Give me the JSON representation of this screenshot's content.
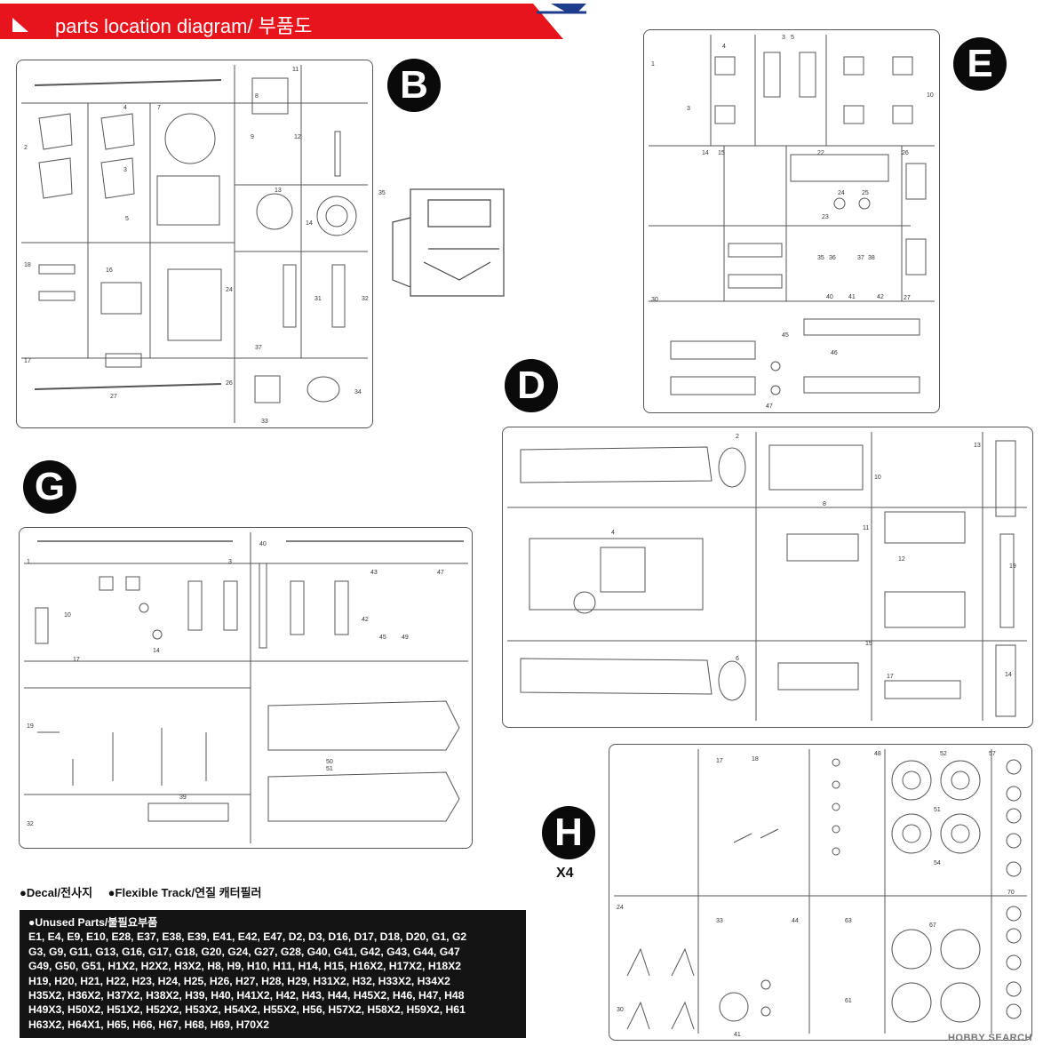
{
  "header": {
    "title": "parts location diagram/ 부품도"
  },
  "sprues": [
    {
      "letter": "B"
    },
    {
      "letter": "E"
    },
    {
      "letter": "D"
    },
    {
      "letter": "G"
    },
    {
      "letter": "H",
      "quantity": "X4"
    }
  ],
  "legend": {
    "decal": "●Decal/전사지",
    "track": "●Flexible Track/연질 캐터필러"
  },
  "unused": {
    "title": "●Unused Parts/불필요부품",
    "lines": [
      "E1, E4, E9, E10, E28, E37, E38, E39, E41, E42, E47, D2, D3, D16, D17, D18, D20, G1, G2",
      "G3, G9, G11, G13, G16, G17, G18, G20, G24, G27, G28, G40, G41, G42, G43, G44, G47",
      "G49, G50, G51, H1X2, H2X2, H3X2, H8, H9, H10, H11, H14, H15, H16X2, H17X2, H18X2",
      "H19, H20, H21, H22, H23, H24, H25, H26, H27, H28, H29, H31X2, H32, H33X2, H34X2",
      "H35X2, H36X2, H37X2, H38X2, H39, H40, H41X2, H42, H43, H44, H45X2, H46, H47, H48",
      "H49X3, H50X2, H51X2, H52X2, H53X2, H54X2, H55X2, H56, H57X2, H58X2, H59X2, H61",
      "H63X2, H64X1, H65, H66, H67, H68, H69, H70X2"
    ]
  },
  "watermark": "HOBBY SEARCH",
  "colors": {
    "accent_red": "#e8141c",
    "accent_blue": "#1e3c8c",
    "ink": "#111111"
  }
}
